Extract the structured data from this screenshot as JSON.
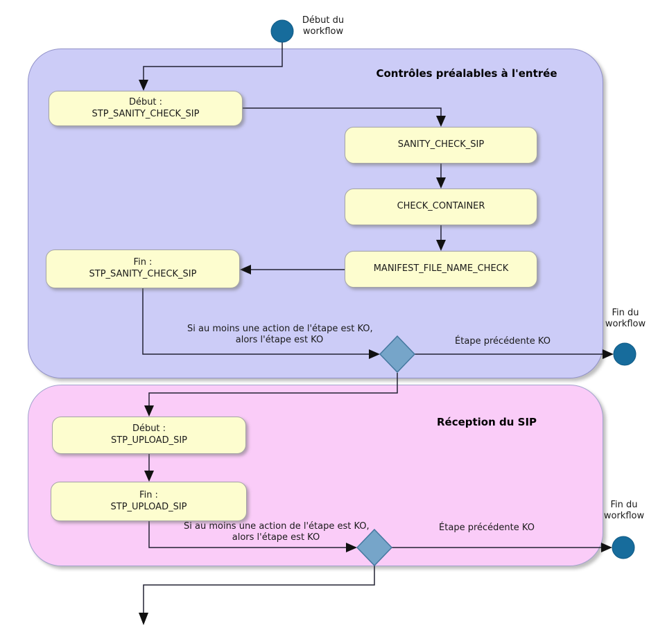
{
  "diagram_type": "activity-workflow",
  "colors": {
    "partition_blue_fill": "#CCCCF7",
    "partition_pink_fill": "#FACCF8",
    "partition_border": "#9191C8",
    "activity_fill": "#FDFDCF",
    "activity_border": "#A5A5A5",
    "decision_fill": "#76A5C9",
    "decision_border": "#44789F",
    "terminal_circle_fill": "#176C9C",
    "edge_line": "#222233"
  },
  "start_node": {
    "line1": "Début du",
    "line2": "workflow"
  },
  "sections": [
    {
      "title": "Contrôles préalables à l'entrée",
      "nodes": [
        {
          "line1": "Début :",
          "line2": "STP_SANITY_CHECK_SIP"
        },
        {
          "line1": "SANITY_CHECK_SIP"
        },
        {
          "line1": "CHECK_CONTAINER"
        },
        {
          "line1": "MANIFEST_FILE_NAME_CHECK"
        },
        {
          "line1": "Fin :",
          "line2": "STP_SANITY_CHECK_SIP"
        }
      ],
      "condition": {
        "line1": "Si au moins une action de l'étape est KO,",
        "line2": "alors l'étape est KO"
      },
      "edge_label": "Étape précédente KO",
      "end_node": {
        "line1": "Fin du",
        "line2": "workflow"
      }
    },
    {
      "title": "Réception du SIP",
      "nodes": [
        {
          "line1": "Début :",
          "line2": "STP_UPLOAD_SIP"
        },
        {
          "line1": "Fin :",
          "line2": "STP_UPLOAD_SIP"
        }
      ],
      "condition": {
        "line1": "Si au moins une action de l'étape est KO,",
        "line2": "alors l'étape est KO"
      },
      "edge_label": "Étape précédente KO",
      "end_node": {
        "line1": "Fin du",
        "line2": "workflow"
      }
    }
  ]
}
